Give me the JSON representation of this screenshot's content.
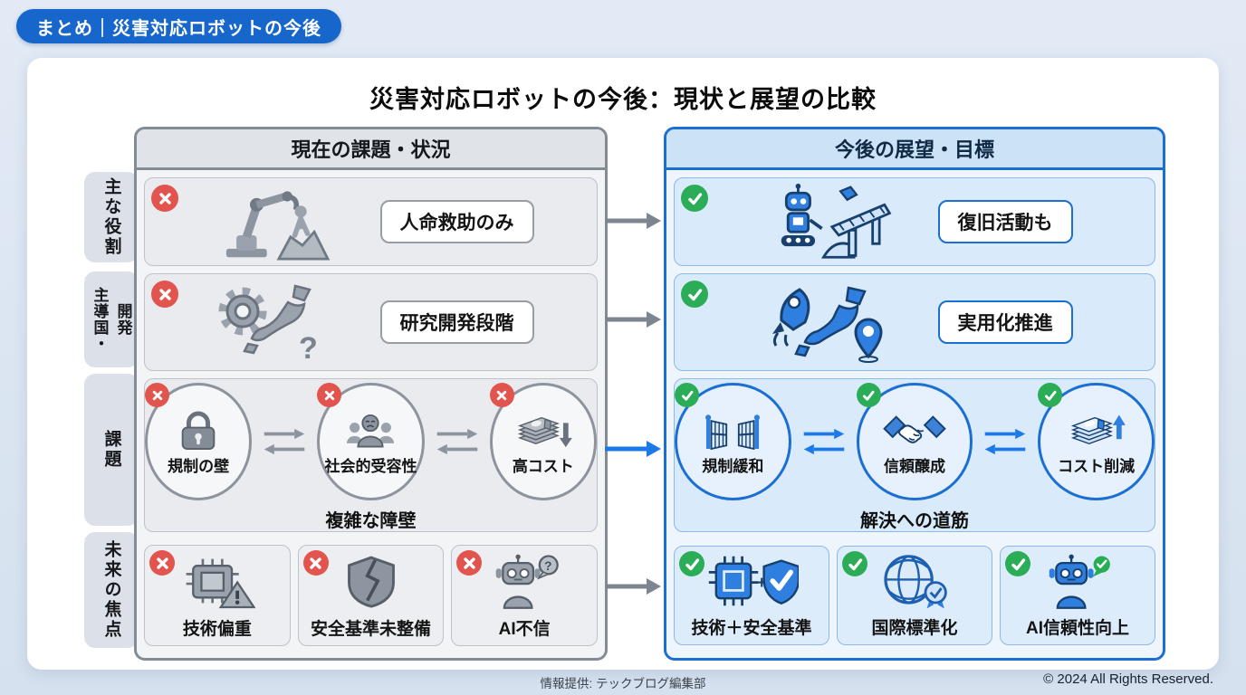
{
  "badge": {
    "label": "まとめ｜災害対応ロボットの今後"
  },
  "title": "災害対応ロボットの今後：現状と展望の比較",
  "columns": {
    "current": {
      "header": "現在の課題・状況"
    },
    "future": {
      "header": "今後の展望・目標"
    }
  },
  "row_labels": {
    "role": {
      "lines": [
        "主な役割"
      ]
    },
    "development": {
      "lines": [
        "開発",
        "主導国・"
      ]
    },
    "issues": {
      "lines": [
        "課題"
      ]
    },
    "future_focus": {
      "lines": [
        "未来の焦点"
      ]
    }
  },
  "rows": {
    "role": {
      "current": {
        "status": "ng",
        "icon": "robot-arm-rescue-icon",
        "label": "人命救助のみ"
      },
      "future": {
        "status": "ok",
        "icon": "robot-bridge-repair-icon",
        "label": "復旧活動も"
      }
    },
    "development": {
      "current": {
        "status": "ng",
        "icon": "gear-japan-question-icon",
        "label": "研究開発段階"
      },
      "future": {
        "status": "ok",
        "icon": "rocket-japan-pin-icon",
        "label": "実用化推進"
      }
    },
    "issues": {
      "current": {
        "caption": "複雑な障壁",
        "items": [
          {
            "status": "ng",
            "icon": "lock-icon",
            "label": "規制の壁"
          },
          {
            "status": "ng",
            "icon": "people-group-icon",
            "label": "社会的受容性"
          },
          {
            "status": "ng",
            "icon": "money-down-icon",
            "label": "高コスト"
          }
        ]
      },
      "future": {
        "caption": "解決への道筋",
        "items": [
          {
            "status": "ok",
            "icon": "gate-open-icon",
            "label": "規制緩和"
          },
          {
            "status": "ok",
            "icon": "handshake-icon",
            "label": "信頼醸成"
          },
          {
            "status": "ok",
            "icon": "money-up-icon",
            "label": "コスト削減"
          }
        ]
      }
    },
    "future_focus": {
      "current": {
        "items": [
          {
            "status": "ng",
            "icon": "chip-warning-icon",
            "label": "技術偏重"
          },
          {
            "status": "ng",
            "icon": "shield-broken-icon",
            "label": "安全基準未整備"
          },
          {
            "status": "ng",
            "icon": "robot-question-icon",
            "label": "AI不信"
          }
        ]
      },
      "future": {
        "items": [
          {
            "status": "ok",
            "icon": "chip-plus-shield-icon",
            "label": "技術＋安全基準"
          },
          {
            "status": "ok",
            "icon": "globe-medal-icon",
            "label": "国際標準化"
          },
          {
            "status": "ok",
            "icon": "robot-check-icon",
            "label": "AI信頼性向上"
          }
        ]
      }
    }
  },
  "footer": {
    "credit": "情報提供: テックブログ編集部",
    "copyright": "© 2024 All Rights Reserved."
  },
  "colors": {
    "accent_blue": "#1c6fd2",
    "panel_gray_border": "#838b95",
    "ng_red": "#e2544e",
    "ok_green": "#2bad57",
    "badge_pill_blue": "#1766cb"
  }
}
